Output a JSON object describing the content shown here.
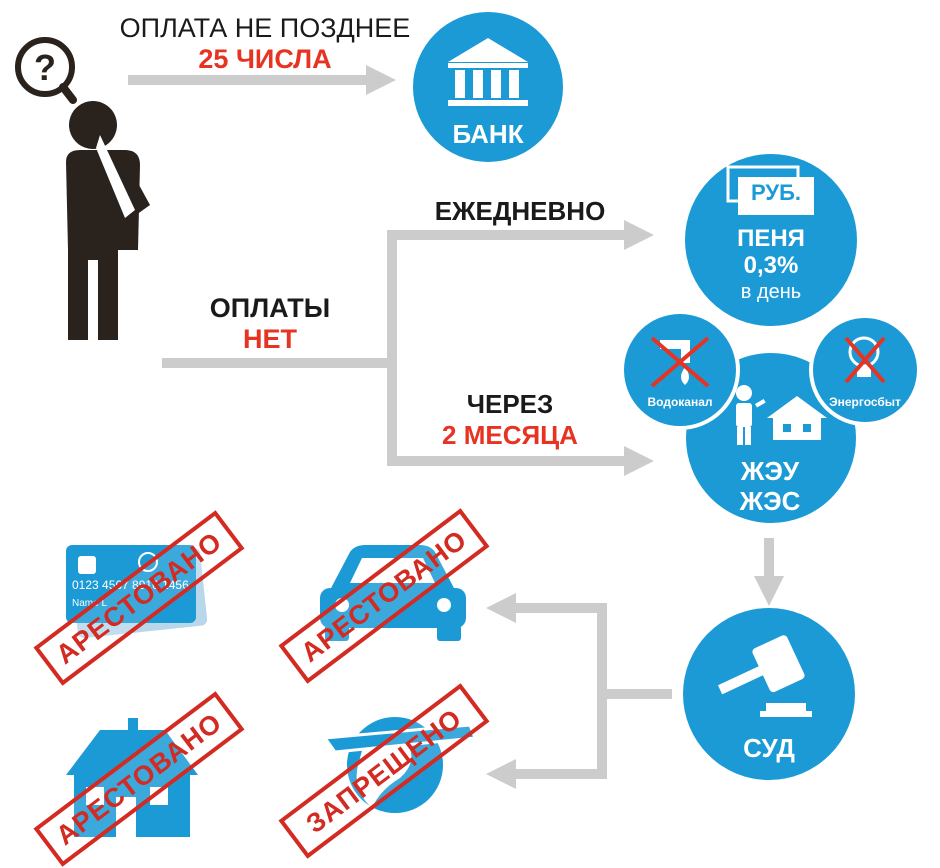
{
  "top": {
    "label": "ОПЛАТА НЕ ПОЗДНЕЕ",
    "deadline": "25 ЧИСЛА"
  },
  "bank": {
    "label": "БАНК"
  },
  "no_payment": {
    "label": "ОПЛАТЫ",
    "value": "НЕТ"
  },
  "daily": {
    "label": "ЕЖЕДНЕВНО"
  },
  "penalty": {
    "currency": "РУБ.",
    "label": "ПЕНЯ",
    "rate": "0,3%",
    "period": "в день"
  },
  "after": {
    "label": "ЧЕРЕЗ",
    "period": "2 МЕСЯЦА"
  },
  "utilities": {
    "water": "Водоканал",
    "energy": "Энергосбыт",
    "line1": "ЖЭУ",
    "line2": "ЖЭС"
  },
  "court": {
    "label": "СУД"
  },
  "card": {
    "digits": "0123 4567 8910 1456",
    "holder": "Name L"
  },
  "stamps": {
    "card": "АРЕСТОВАНО",
    "car": "АРЕСТОВАНО",
    "house": "АРЕСТОВАНО",
    "travel": "ЗАПРЕЩЕНО"
  },
  "colors": {
    "blue": "#1b9ad6",
    "gray": "#cccccc",
    "red": "#e63322",
    "figure": "#2a221d"
  }
}
